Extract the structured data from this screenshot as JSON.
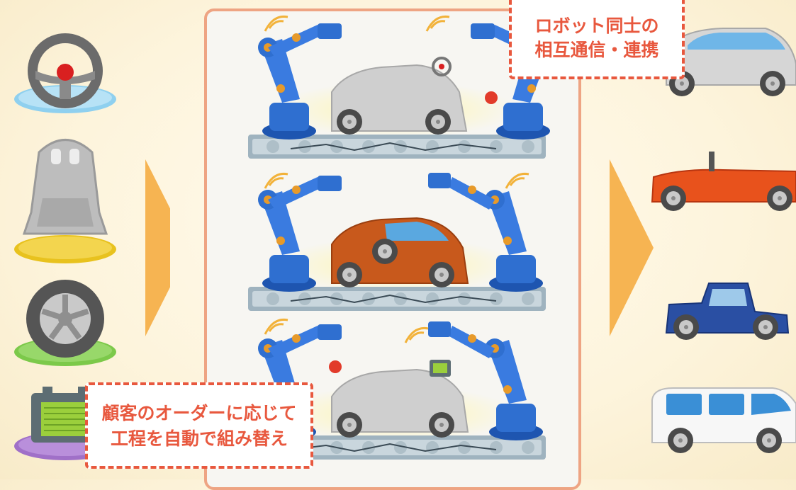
{
  "callouts": {
    "communication": {
      "line1": "ロボット同士の",
      "line2": "相互通信・連携"
    },
    "reconfigure": {
      "line1": "顧客のオーダーに応じて",
      "line2": "工程を自動で組み替え"
    }
  },
  "colors": {
    "robot_blue": "#2f6fd0",
    "joint_orange": "#e79a2a",
    "panel_border": "#eea483",
    "callout_red": "#e8583e",
    "arrow_orange": "#f29a1a"
  },
  "inputs": [
    "steering-wheel",
    "car-seat",
    "tire",
    "battery"
  ],
  "outputs": [
    "silver-hatchback",
    "orange-convertible",
    "blue-classic-car",
    "white-van"
  ]
}
